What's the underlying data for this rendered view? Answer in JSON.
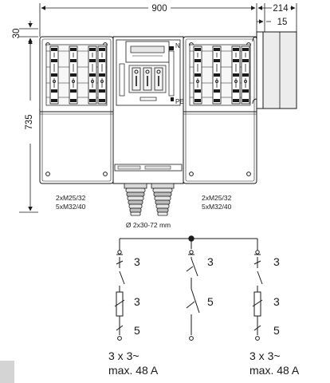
{
  "dimensions": {
    "width_total": "900",
    "depth": "214",
    "depth_inner": "15",
    "top_offset": "30",
    "height": "735"
  },
  "panel_labels": {
    "neutral": "N",
    "earth": "PE"
  },
  "glands": {
    "left_line1": "2xM25/32",
    "left_line2": "5xM32/40",
    "right_line1": "2xM25/32",
    "right_line2": "5xM32/40",
    "bottom": "Ø 2x30-72 mm"
  },
  "schematic": {
    "left_top": "3",
    "left_mid": "3",
    "left_bottom": "5",
    "center_top": "3",
    "center_mid": "5",
    "right_top": "3",
    "right_mid": "3",
    "right_bottom": "5",
    "left_caption_1": "3 x 3~",
    "left_caption_2": "max. 48 A",
    "right_caption_1": "3 x 3~",
    "right_caption_2": "max. 48 A"
  },
  "colors": {
    "line": "#1a1a1a",
    "fill_light": "#f2f2f2",
    "fill_mid": "#d9d9d9",
    "corner": "#d4d4d4"
  }
}
